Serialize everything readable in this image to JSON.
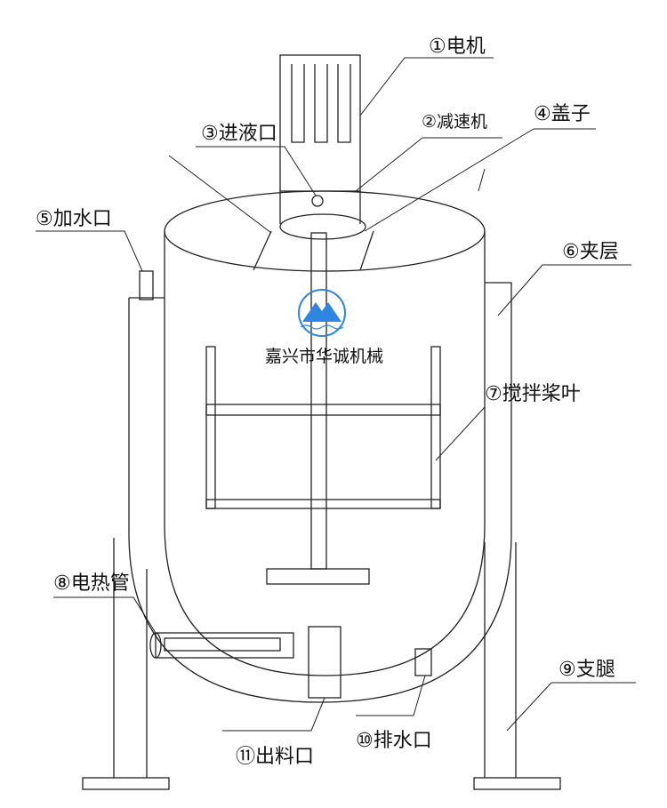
{
  "title": "Electric-heated jacketed mixing tank diagram",
  "brand": {
    "name": "嘉兴市华诚机械",
    "logo_color": "#2f86e0"
  },
  "labels": {
    "motor": "①电机",
    "reducer": "②减速机",
    "inlet": "③进液口",
    "lid": "④盖子",
    "water_inlet": "⑤加水口",
    "jacket": "⑥夹层",
    "paddle": "⑦搅拌桨叶",
    "heater": "⑧电热管",
    "legs": "⑨支腿",
    "drain": "⑩排水口",
    "outlet": "⑪出料口"
  }
}
